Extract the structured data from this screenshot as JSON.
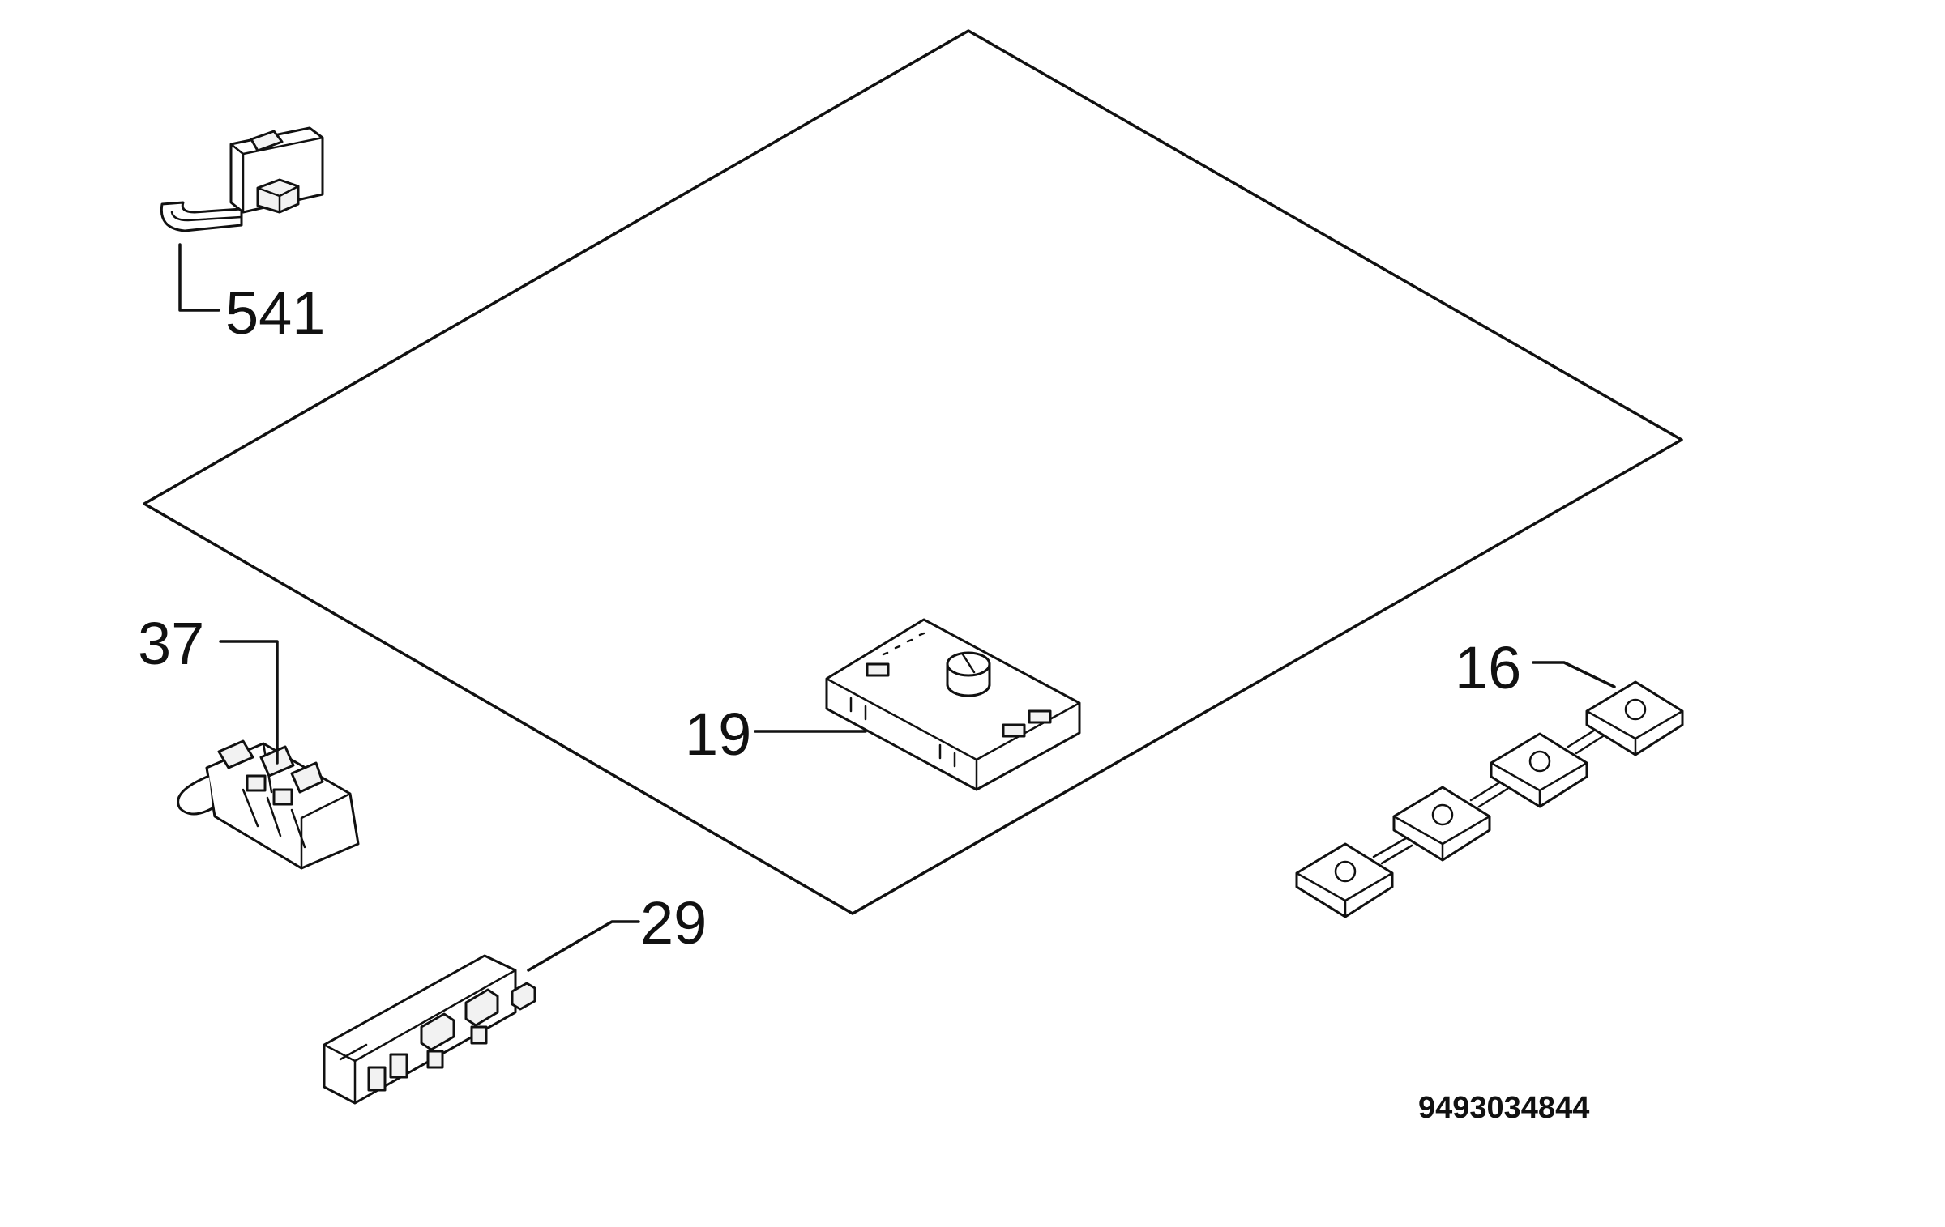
{
  "diagram": {
    "callouts": [
      {
        "id": "541",
        "label": "541"
      },
      {
        "id": "37",
        "label": "37"
      },
      {
        "id": "19",
        "label": "19"
      },
      {
        "id": "16",
        "label": "16"
      },
      {
        "id": "29",
        "label": "29"
      }
    ],
    "code": "9493034844"
  }
}
